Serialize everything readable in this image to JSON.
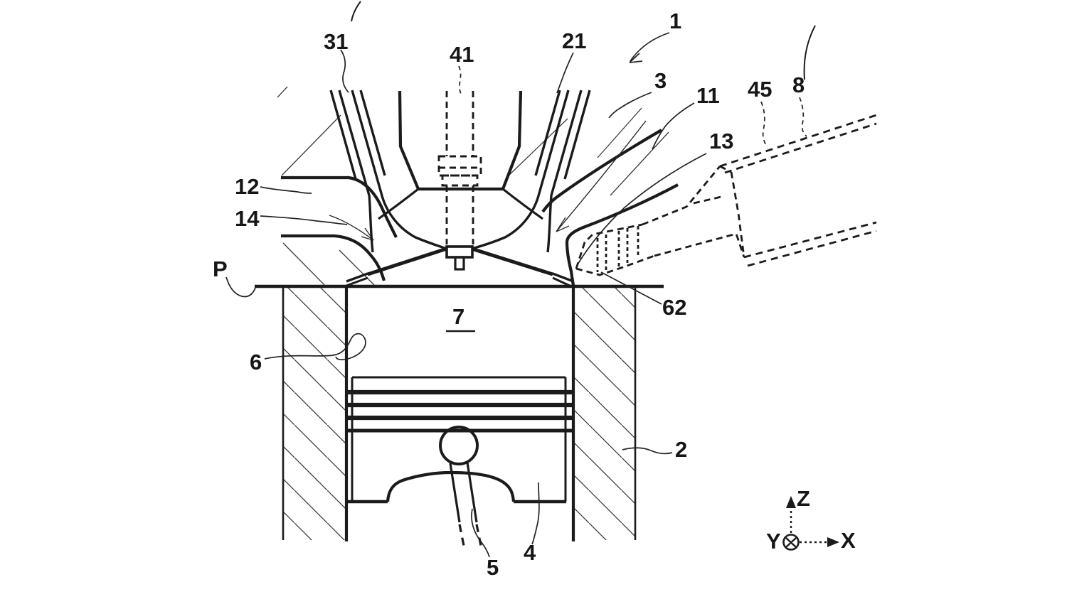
{
  "figure": {
    "kind": "patent-engine-cross-section",
    "background": "#ffffff",
    "line_color": "#1b1b1b"
  },
  "labels": {
    "n1": "1",
    "n2": "2",
    "n3": "3",
    "n4": "4",
    "n5": "5",
    "n6": "6",
    "n7": "7",
    "n8": "8",
    "n11": "11",
    "n12": "12",
    "n13": "13",
    "n14": "14",
    "n21": "21",
    "n31": "31",
    "n41": "41",
    "n45": "45",
    "n62": "62",
    "p": "P"
  },
  "axes": {
    "x": "X",
    "y": "Y",
    "z": "Z"
  }
}
